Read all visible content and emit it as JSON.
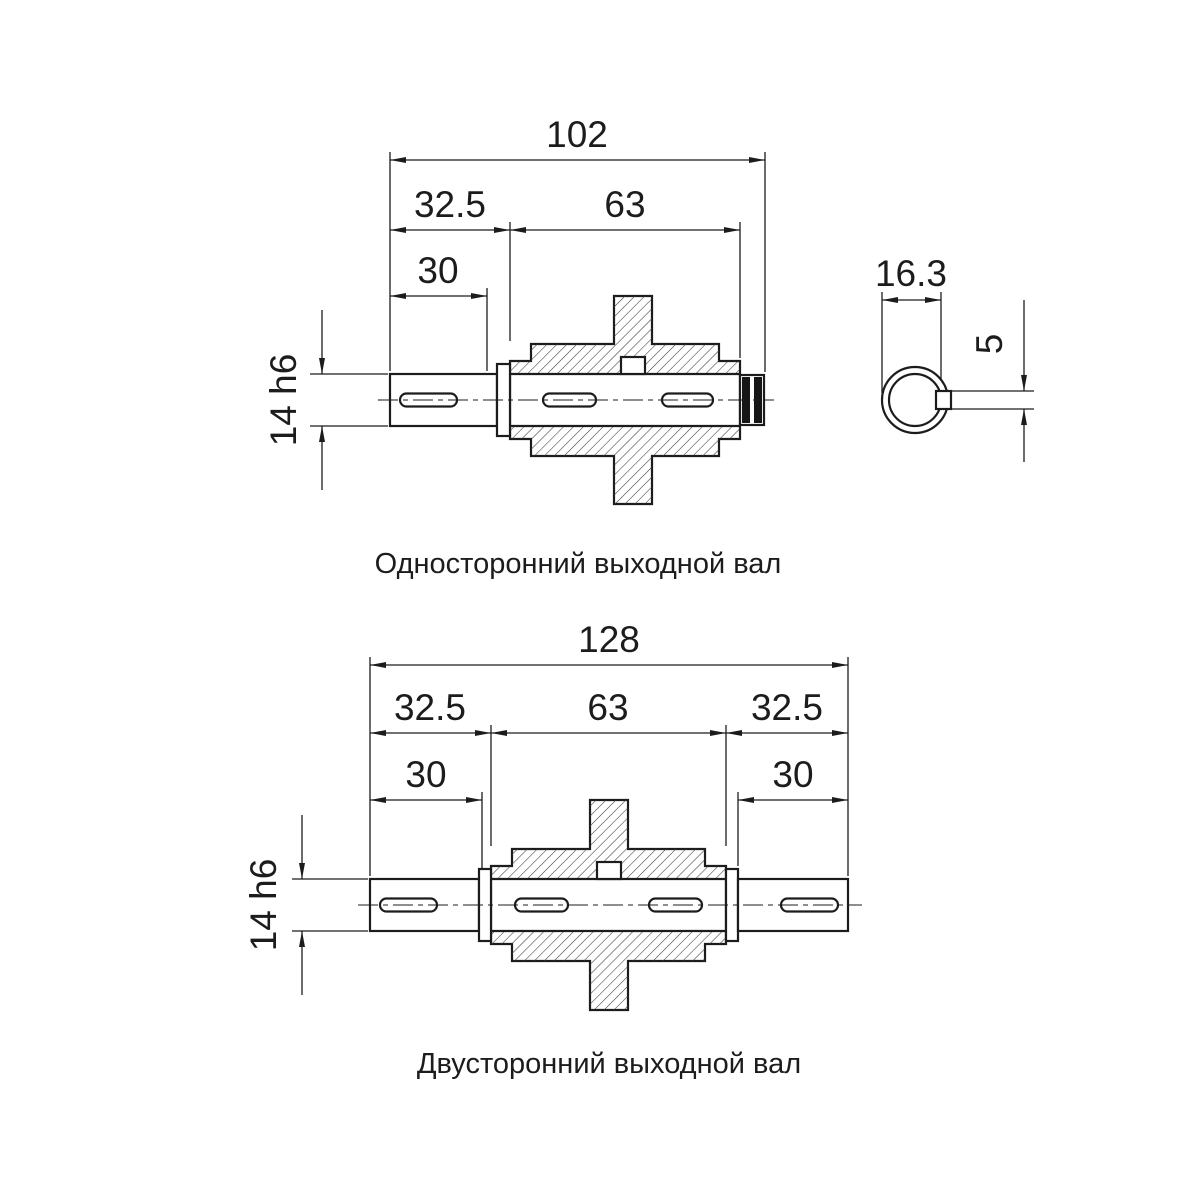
{
  "colors": {
    "background": "#ffffff",
    "line": "#1c1c1c"
  },
  "drawing_top": {
    "caption": "Односторонний выходной вал",
    "dims": {
      "overall_length": "102",
      "hub_length": "32.5",
      "body_length": "63",
      "key_length": "30",
      "shaft_diameter": "14 h6"
    },
    "end_view": {
      "across_dim": "16.3",
      "keyway_dim": "5"
    }
  },
  "drawing_bottom": {
    "caption": "Двусторонний выходной вал",
    "dims": {
      "overall_length": "128",
      "hub_length_left": "32.5",
      "body_length": "63",
      "hub_length_right": "32.5",
      "key_length_left": "30",
      "key_length_right": "30",
      "shaft_diameter": "14 h6"
    }
  }
}
